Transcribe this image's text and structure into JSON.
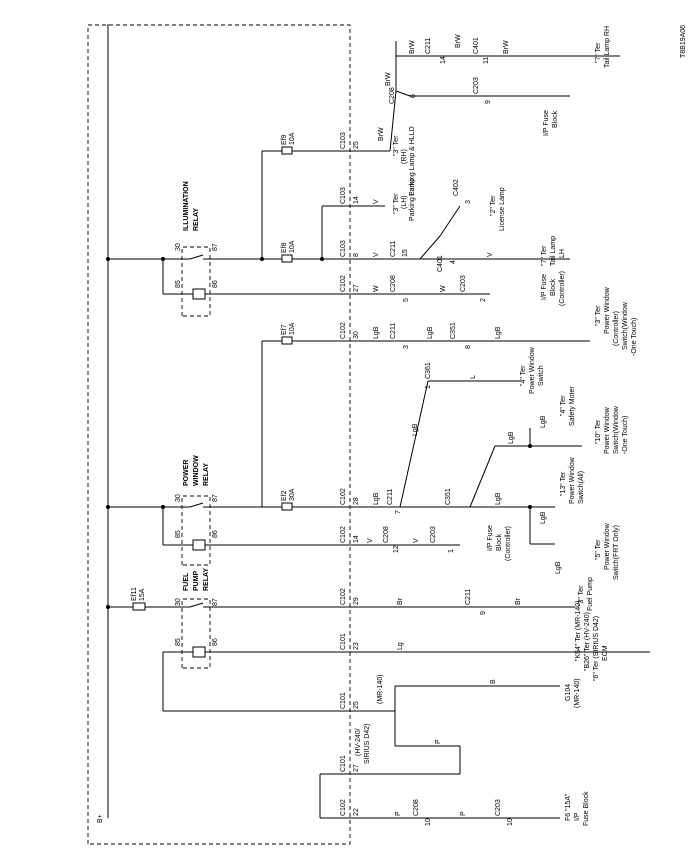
{
  "figure_id": "T8B19A06",
  "relays": {
    "illumination": "ILLUMINATION RELAY",
    "power_window": "POWER WINDOW RELAY",
    "fuel_pump": "FUEL PUMP RELAY"
  },
  "relay_pins": {
    "p30": "30",
    "p87": "87",
    "p85": "85",
    "p86": "86"
  },
  "fuses": {
    "ef9": "Ef9",
    "ef8": "Ef8",
    "ef7": "Ef7",
    "ef2": "Ef2",
    "ef11": "Ef11",
    "a10": "10A",
    "a30": "30A",
    "a15": "15A"
  },
  "supply": "B+",
  "connectors": {
    "c103": "C103",
    "c102": "C102",
    "c101": "C101",
    "c211": "C211",
    "c208": "C208",
    "c203": "C203",
    "c401": "C401",
    "c402": "C402",
    "c351": "C351",
    "c361": "C361",
    "g104": "G104"
  },
  "pins": {
    "n25": "25",
    "n14": "14",
    "n8": "8",
    "n27": "27",
    "n30": "30",
    "n28": "28",
    "n29": "29",
    "n23": "23",
    "n22": "22",
    "n15": "15",
    "n4": "4",
    "n5": "5",
    "n2": "2",
    "n3": "3",
    "n7": "7",
    "n12": "12",
    "n1": "1",
    "n9": "9",
    "n6": "6",
    "n11": "11",
    "n10": "10"
  },
  "wires": {
    "brw": "BrW",
    "v": "V",
    "w": "W",
    "lgb": "LgB",
    "l": "L",
    "br": "Br",
    "lg": "Lg",
    "b": "B",
    "p": "P"
  },
  "variants": {
    "mr140": "(MR-140)",
    "hv240": "(HV-240/",
    "sirius": "SIRIUS D42)"
  },
  "terminals": {
    "tail_rh_ter": "\"7\" Ter",
    "tail_rh_name": "Tail Lamp RH",
    "ip_fuse_block_1": "I/P Fuse",
    "ip_fuse_block_2": "Block",
    "hlld_1": "\"3\" Ter",
    "hlld_2": "(RH)",
    "hlld_3": "Parking Lamp & HLLD",
    "parking_lh_1": "\"3\" Ter",
    "parking_lh_2": "(LH)",
    "parking_lh_3": "Parking Lamp",
    "license_1": "\"2\" Ter",
    "license_2": "License Lamp",
    "tail_lh_1": "\"7\" Ter",
    "tail_lh_2": "Tail Lamp",
    "tail_lh_3": "LH",
    "ipfb_ctrl_1": "I/P Fuse",
    "ipfb_ctrl_2": "Block",
    "ipfb_ctrl_3": "(Controller)",
    "pw_ctrl_1": "\"3\" Ter",
    "pw_ctrl_2": "Power Window",
    "pw_ctrl_3": "(Controller)",
    "pw_ctrl_4": "Switch(Window",
    "pw_ctrl_5": "-One Touch)",
    "pw_sw4_1": "\"4\" Ter",
    "pw_sw4_2": "Power Window",
    "pw_sw4_3": "Switch",
    "safety_1": "\"4\" Ter",
    "safety_2": "Safety Moter",
    "pw_one_1": "\"10\" Ter",
    "pw_one_2": "Power Window",
    "pw_one_3": "Switch(Window",
    "pw_one_4": "-One Touch)",
    "pw_all_1": "\"13\" Ter",
    "pw_all_2": "Power Window",
    "pw_all_3": "Switch(All)",
    "pw_frt_1": "\"5\" Ter",
    "pw_frt_2": "Power Window",
    "pw_frt_3": "Switch(FRT Only)",
    "ipfb2_1": "I/P Fuse",
    "ipfb2_2": "Block",
    "ipfb2_3": "(Controller)",
    "fuel_1": "\"3\" Ter",
    "fuel_2": "Fuel Pump",
    "ecm_1": "\"K54\" Ter (MR-140)",
    "ecm_2": "\"B26\" Ter (HV-240)",
    "ecm_3": "\"6\" Ter (SIRIUS D42)",
    "ecm_4": "ECM",
    "g104_1": "G104",
    "g104_2": "(MR-140)",
    "f6_1": "F6 \"15A\"",
    "f6_2": "I/P",
    "f6_3": "Fuse Block"
  }
}
